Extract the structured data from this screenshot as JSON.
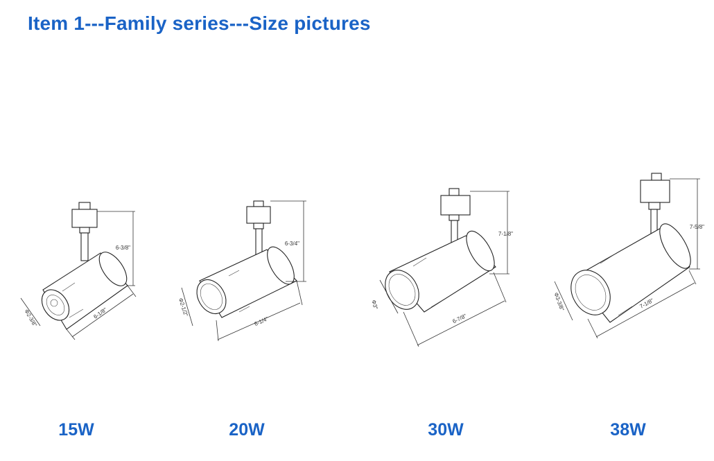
{
  "header": {
    "title": "Item 1---Family series---Size pictures"
  },
  "products": [
    {
      "wattage": "15W",
      "height": "6-3/8\"",
      "length": "6-1/8\"",
      "diameter": "Φ2-3/8\""
    },
    {
      "wattage": "20W",
      "height": "6-3/4\"",
      "length": "6-1/4\"",
      "diameter": "Φ2-1/2\""
    },
    {
      "wattage": "30W",
      "height": "7-1/8\"",
      "length": "6-7/8\"",
      "diameter": "Φ3\""
    },
    {
      "wattage": "38W",
      "height": "7-5/8\"",
      "length": "7-1/8\"",
      "diameter": "Φ3-3/8\""
    }
  ]
}
